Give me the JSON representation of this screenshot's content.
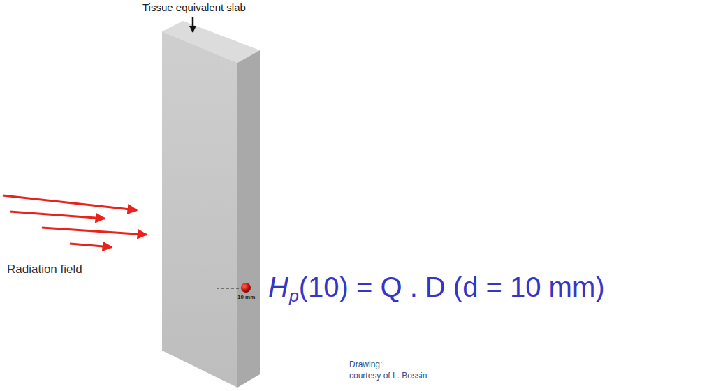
{
  "diagram": {
    "labels": [
      "Tissue equivalent slab",
      "Radiation field",
      "10 mm",
      "H",
      "p",
      "(10) = Q . D (d = 10 mm)",
      "Drawing:",
      "courtesy of L. Bossin"
    ]
  }
}
